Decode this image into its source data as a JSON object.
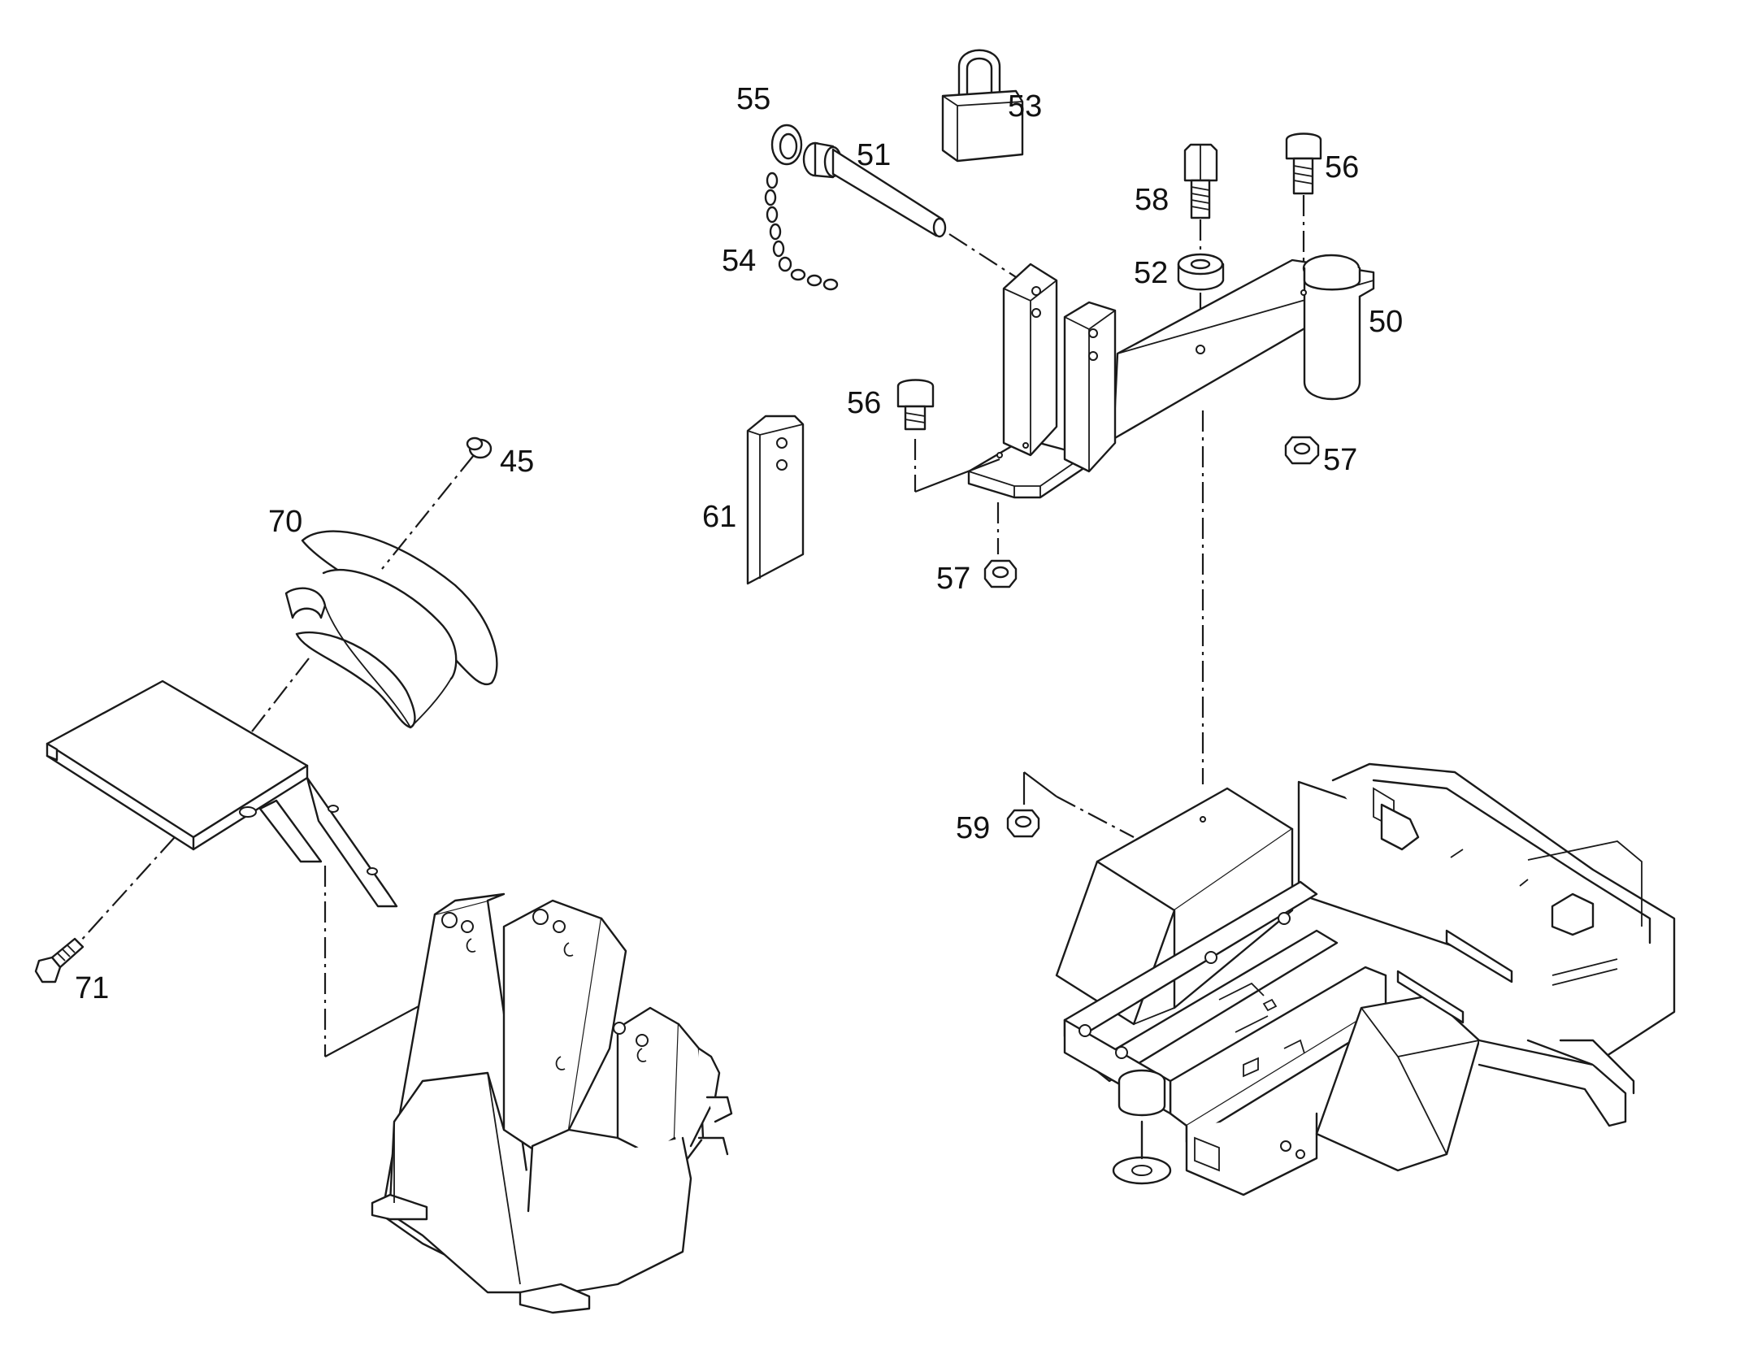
{
  "callouts": {
    "c45": "45",
    "c50": "50",
    "c51": "51",
    "c52": "52",
    "c53": "53",
    "c54": "54",
    "c55": "55",
    "c56a": "56",
    "c56b": "56",
    "c57a": "57",
    "c57b": "57",
    "c58": "58",
    "c59": "59",
    "c61": "61",
    "c70": "70",
    "c71": "71"
  }
}
